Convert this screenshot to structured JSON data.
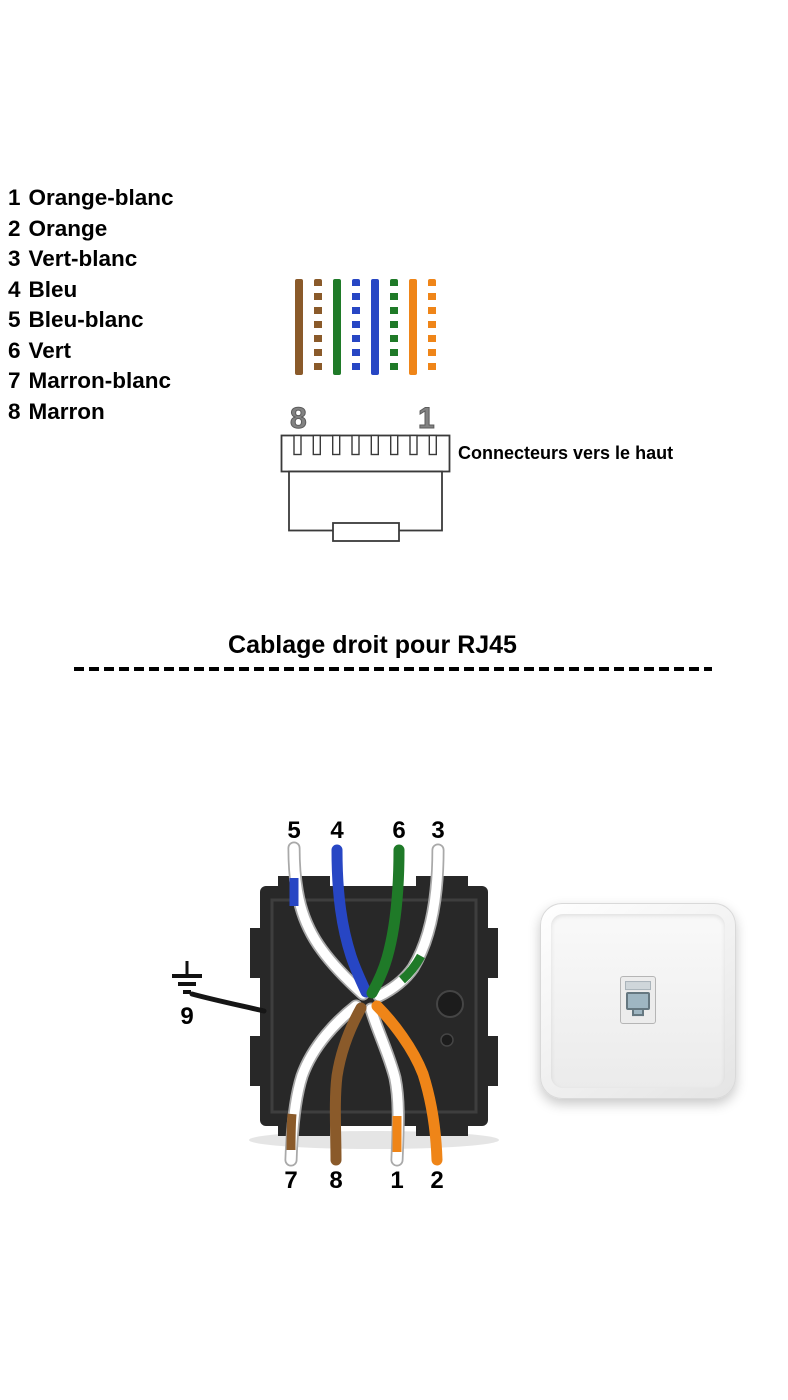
{
  "diagram_title": "Cablage droit pour RJ45",
  "wire_list": {
    "items": [
      {
        "num": "1",
        "label": "Orange-blanc"
      },
      {
        "num": "2",
        "label": "Orange"
      },
      {
        "num": "3",
        "label": "Vert-blanc"
      },
      {
        "num": "4",
        "label": "Bleu"
      },
      {
        "num": "5",
        "label": "Bleu-blanc"
      },
      {
        "num": "6",
        "label": "Vert"
      },
      {
        "num": "7",
        "label": "Marron-blanc"
      },
      {
        "num": "8",
        "label": "Marron"
      }
    ]
  },
  "colors": {
    "orange": "#ef8518",
    "green": "#1f7a28",
    "blue": "#2746c4",
    "brown": "#8a5a2a"
  },
  "cable_strip": {
    "wires": [
      {
        "name": "marron",
        "style": "solid",
        "color": "#8a5a2a"
      },
      {
        "name": "marron-blanc",
        "style": "striped",
        "color": "#8a5a2a"
      },
      {
        "name": "vert",
        "style": "solid",
        "color": "#1f7a28"
      },
      {
        "name": "bleu-blanc",
        "style": "striped",
        "color": "#2746c4"
      },
      {
        "name": "bleu",
        "style": "solid",
        "color": "#2746c4"
      },
      {
        "name": "vert-blanc",
        "style": "striped",
        "color": "#1f7a28"
      },
      {
        "name": "orange",
        "style": "solid",
        "color": "#ef8518"
      },
      {
        "name": "orange-blanc",
        "style": "striped",
        "color": "#ef8518"
      }
    ]
  },
  "connector_drawing": {
    "left_pin_label": "8",
    "right_pin_label": "1",
    "caption": "Connecteurs vers le haut"
  },
  "jack_diagram": {
    "top_wire_labels": [
      "5",
      "4",
      "6",
      "3"
    ],
    "bottom_wire_labels": [
      "7",
      "8",
      "1",
      "2"
    ],
    "ground_label": "9"
  }
}
